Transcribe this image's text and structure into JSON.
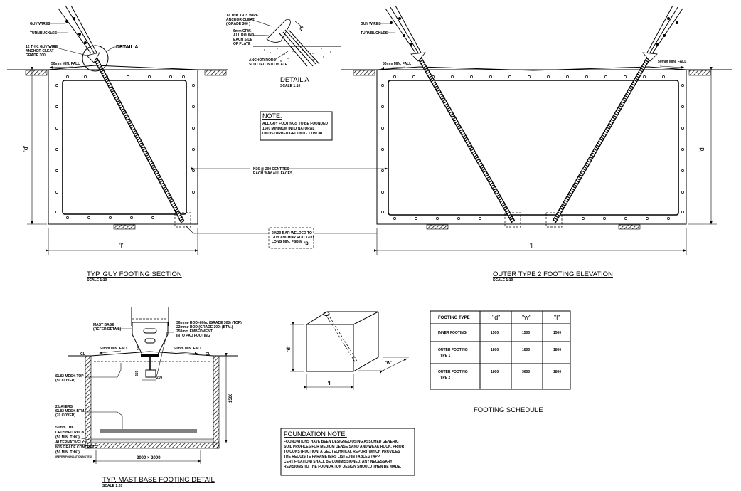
{
  "guy_section": {
    "title": "TYP. GUY FOOTING SECTION",
    "scale": "SCALE 1:10",
    "guy_wires": "GUY WIRES",
    "turnbuckles": "TURNBUCKLES",
    "cleat": [
      "12 THK. GUY WIRE",
      "ANCHOR CLEAT",
      "GRADE 300"
    ],
    "detail_ref": "DETAIL A",
    "fall": "50mm MIN. FALL",
    "dim_d": "'d'",
    "dim_l": "'l'"
  },
  "detail_a": {
    "title": "DETAIL A",
    "scale": "SCALE 1:10",
    "cleat": [
      "12 THK. GUY WIRE",
      "ANCHOR CLEAT",
      "( GRADE 300 )"
    ],
    "weld": [
      "6mm CFW.",
      "ALL ROUND",
      "EACH SIDE",
      "OF PLATE"
    ],
    "rods": [
      "ANCHOR RODS",
      "SLOTTED INTO PLATE"
    ],
    "angle": "25"
  },
  "note": {
    "heading": "NOTE:",
    "lines": [
      "ALL GUY FOOTINGS TO BE FOUNDED",
      "1500 MINIMUM INTO NATURAL",
      "UNDISTURBED GROUND - TYPICAL"
    ]
  },
  "rebar_note": [
    "N16 @ 200 CENTRES",
    "EACH WAY ALL FACES"
  ],
  "bar_note": [
    "2.N20 BAR WELDED TO",
    "GUY ANCHOR ROD 1200",
    "LONG MIN. FSBW",
    "'B'"
  ],
  "elevation": {
    "title": "OUTER TYPE 2 FOOTING ELEVATION",
    "scale": "SCALE 1:10",
    "guy_wires": "GUY WIRES",
    "turnbuckles": "TURNBUCKLES",
    "fall_left": "50mm MIN. FALL",
    "fall_right": "50mm MIN. FALL",
    "dim_d": "'d'",
    "dim_l": "'l'"
  },
  "mast_base": {
    "title": "TYP. MAST BASE FOOTING DETAIL",
    "scale": "SCALE 1:20",
    "mast_base": [
      "MAST BASE",
      "(REFER DETAIL)"
    ],
    "rod_note": [
      "36mmø ROD=80lg. (GRADE 300) (TOP)",
      "22mmø ROD (GRADE 300) (BTM.)",
      "250mm EMBEDMENT",
      "INTO PAD FOOTING"
    ],
    "fall_left": "50mm MIN. FALL",
    "fall_right": "50mm MIN. FALL",
    "gl_left": "GL",
    "gl_right": "GL",
    "mesh_top": [
      "SL82 MESH-TOP",
      "(50 COVER)"
    ],
    "mesh_btm": [
      "2/LAYERS",
      "SL82 MESH-BTM.",
      "(70 COVER)"
    ],
    "rock": [
      "50mm THK.",
      "CRUSHED ROCK",
      "(50 MIN. THK.)",
      "ALTERNATIVELY:",
      "N15 GRADE CONCRETE",
      "(50 MIN. THK.)",
      "(REFER FOUNDATION NOTES)"
    ],
    "dim_50": "50",
    "dim_250": "250",
    "dim_200": "200",
    "dim_1500": "1500",
    "dim_plan": "2000 × 2000"
  },
  "cube": {
    "dim_d": "'d'",
    "dim_l": "'l'",
    "dim_w": "'w'"
  },
  "schedule": {
    "title": "FOOTING SCHEDULE",
    "headers": [
      "FOOTING TYPE",
      "\"d\"",
      "\"w\"",
      "\"l\""
    ],
    "rows": [
      {
        "type": [
          "INNER FOOTING"
        ],
        "d": "1500",
        "w": "1500",
        "l": "1500"
      },
      {
        "type": [
          "OUTER FOOTING",
          "TYPE 1"
        ],
        "d": "1800",
        "w": "1800",
        "l": "1800"
      },
      {
        "type": [
          "OUTER FOOTING",
          "TYPE 2"
        ],
        "d": "1800",
        "w": "3600",
        "l": "1800"
      }
    ]
  },
  "foundation_note": {
    "heading": "FOUNDATION NOTE:",
    "lines": [
      "FOUNDATIONS HAVE BEEN DESIGNED USING ASSUMED GENERIC",
      "SOIL PROFILES FOR MEDIUM DENSE SAND AND WEAK ROCK. PRIOR",
      "TO CONSTRUCTION, A GEOTECHNICAL REPORT WHICH PROVIDES",
      "THE REQUISITE PARAMETERS LISTED IN TABLE 2 (APP",
      "CERTIFICATION) SHALL BE COMMISSIONED. ANY NECESSARY",
      "REVISIONS TO THE FOUNDATION DESIGN SHOULD THEN BE MADE."
    ]
  }
}
